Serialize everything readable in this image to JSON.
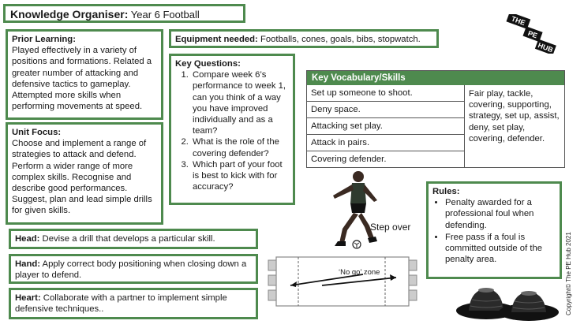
{
  "title": {
    "label": "Knowledge Organiser:",
    "value": "Year 6 Football"
  },
  "prior_learning": {
    "heading": "Prior Learning:",
    "text": "Played effectively in a variety of positions and formations. Related a greater number of attacking and defensive tactics to gameplay. Attempted more skills when performing movements at speed."
  },
  "unit_focus": {
    "heading": "Unit Focus:",
    "text": "Choose and implement a range of strategies to attack and defend. Perform a wider range of more complex skills. Recognise and describe good performances. Suggest, plan and lead simple drills for given skills."
  },
  "equipment": {
    "heading": "Equipment needed:",
    "text": "Footballs, cones, goals, bibs, stopwatch."
  },
  "key_questions": {
    "heading": "Key Questions:",
    "items": [
      "Compare week 6’s performance to week 1, can you think of a way you have improved individually and as a team?",
      "What is the role of the covering defender?",
      "Which part of your foot is best to kick with for accuracy?"
    ]
  },
  "vocab": {
    "heading": "Key Vocabulary/Skills",
    "rows": [
      "Set up someone to shoot.",
      "Deny space.",
      "Attacking set play.",
      "Attack in pairs.",
      "Covering defender."
    ],
    "words": "Fair play, tackle, covering, supporting, strategy, set up, assist, deny, set play, covering, defender."
  },
  "head": {
    "heading": "Head:",
    "text": "Devise a drill that develops a particular skill."
  },
  "hand": {
    "heading": "Hand:",
    "text": "Apply correct body positioning when closing down a player to defend."
  },
  "heart": {
    "heading": "Heart:",
    "text": "Collaborate with a partner to implement simple defensive techniques.."
  },
  "rules": {
    "heading": "Rules:",
    "items": [
      "Penalty awarded for a professional foul when defending.",
      "Free pass if a foul is committed outside of the penalty area."
    ]
  },
  "logo": {
    "line1": "THE",
    "line2": "PE",
    "line3": "HUB"
  },
  "graphic": {
    "caption": "Step over",
    "zone_label": "‘No go’ zone"
  },
  "copyright": "Copyright© The PE Hub 2021",
  "colors": {
    "accent": "#4e8a4e"
  }
}
